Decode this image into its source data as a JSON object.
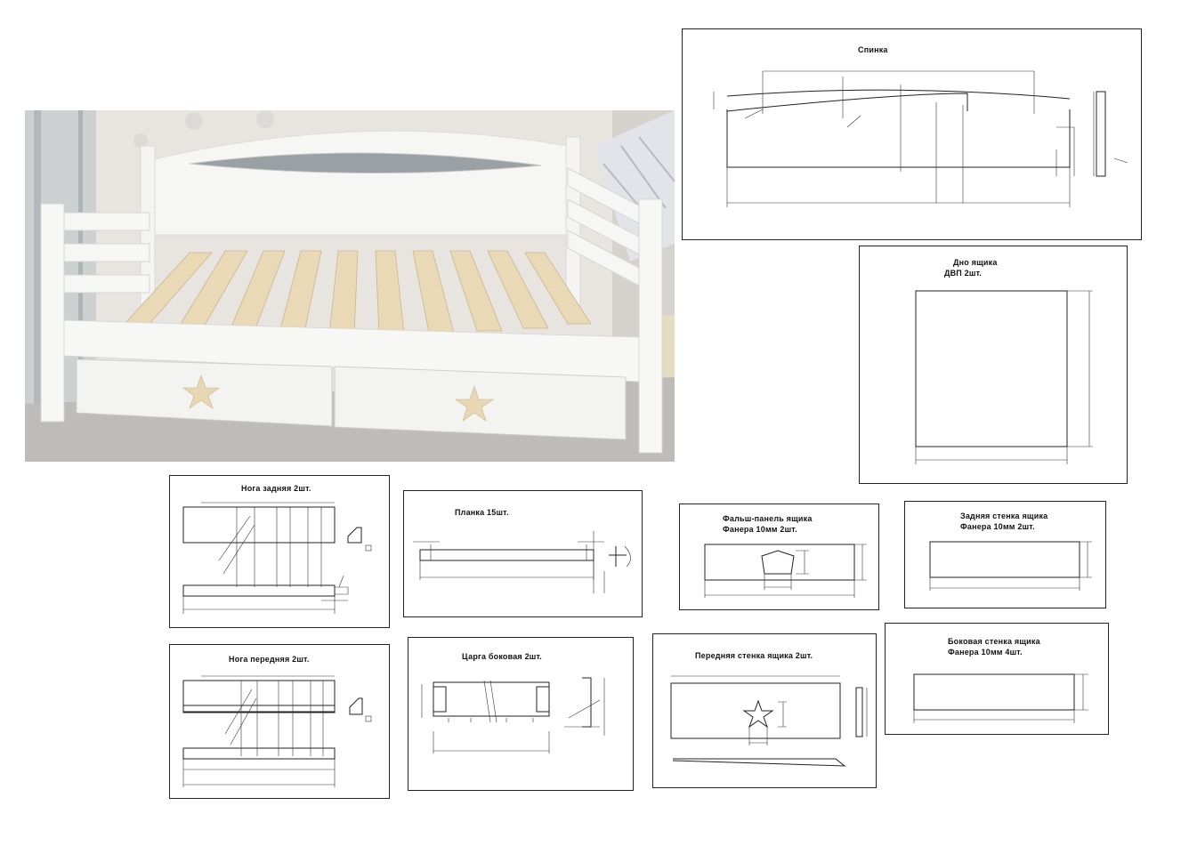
{
  "panels": {
    "back": {
      "title": "Спинка"
    },
    "bottom": {
      "title": "Дно ящика",
      "subtitle": "ДВП   2шт."
    },
    "leg_rear": {
      "title": "Нога задняя      2шт."
    },
    "slat": {
      "title": "Планка    15шт."
    },
    "false_panel": {
      "title": "Фальш-панель ящика",
      "subtitle": "Фанера 10мм   2шт."
    },
    "drawer_back": {
      "title": "Задняя стенка ящика",
      "subtitle": "Фанера 10мм   2шт."
    },
    "leg_front": {
      "title": "Нога передняя      2шт."
    },
    "side_rail": {
      "title": "Царга боковая      2шт."
    },
    "drawer_front": {
      "title": "Передняя стенка ящика  2шт."
    },
    "drawer_side": {
      "title": "Боковая стенка ящика",
      "subtitle": "Фанера 10мм   4шт."
    }
  },
  "colors": {
    "line": "#222222",
    "wall": "#e9e6e1",
    "floor": "#bfbebc",
    "wood": "#e9d9b6",
    "white_furniture": "#f6f6f4"
  }
}
